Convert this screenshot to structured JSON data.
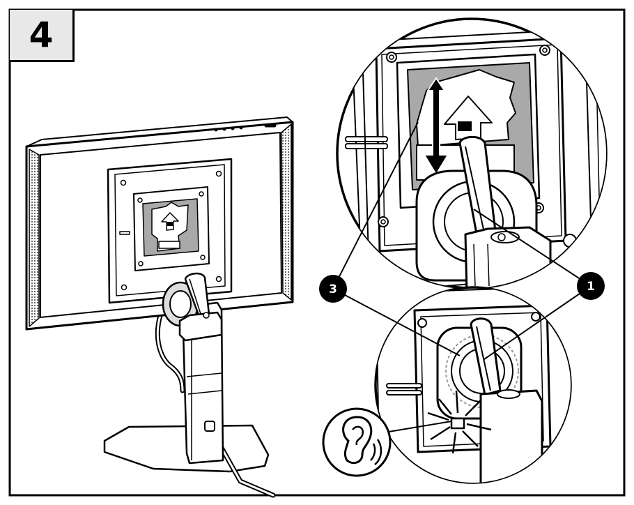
{
  "step": {
    "number": "4"
  },
  "callouts": {
    "one": "1",
    "three": "3"
  },
  "plate": {
    "up_label": "UP"
  },
  "colors": {
    "line": "#000000",
    "plate_gray": "#a9a9a9",
    "box_gray": "#e8e8e8",
    "background": "#ffffff"
  },
  "icons": [
    "ear-icon",
    "down-arrow-icon",
    "up-arrow-icon"
  ]
}
